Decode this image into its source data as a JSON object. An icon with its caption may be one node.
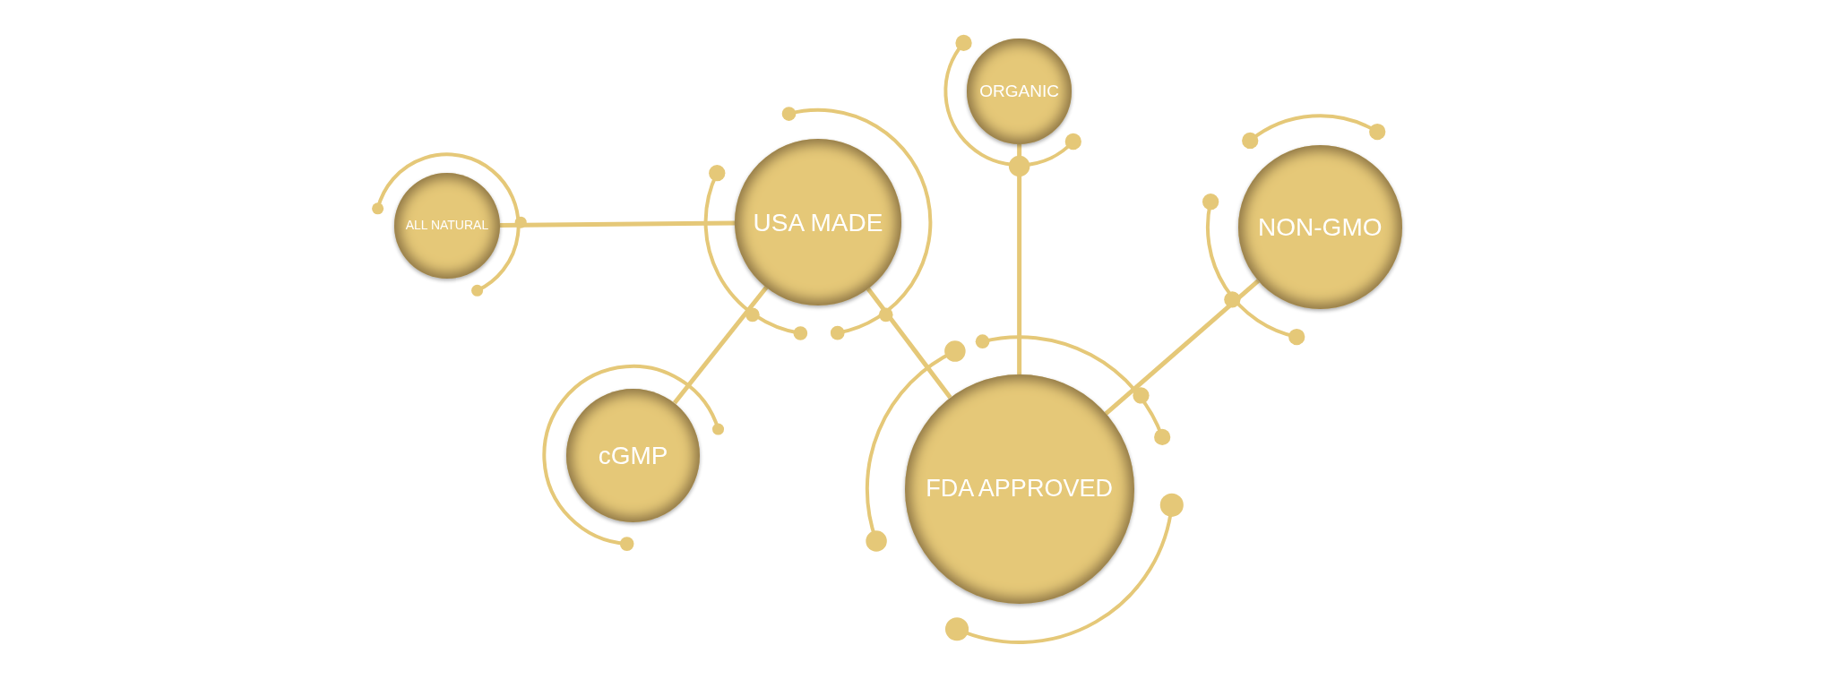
{
  "diagram": {
    "nodes": [
      {
        "text": [
          "ALL NATURAL"
        ]
      },
      {
        "text": [
          "USA MADE"
        ]
      },
      {
        "text": [
          "cGMP"
        ]
      },
      {
        "text": [
          "ORGANIC"
        ]
      },
      {
        "text": [
          "NON-GMO"
        ]
      },
      {
        "text": [
          "FDA APPROVED"
        ]
      }
    ],
    "edges": [
      {
        "from": 0,
        "to": 1,
        "arrow": "none"
      },
      {
        "from": 1,
        "to": 2,
        "arrow": "none"
      },
      {
        "from": 1,
        "to": 5,
        "arrow": "none"
      },
      {
        "from": 3,
        "to": 5,
        "arrow": "none"
      },
      {
        "from": 4,
        "to": 5,
        "arrow": "none"
      }
    ]
  }
}
